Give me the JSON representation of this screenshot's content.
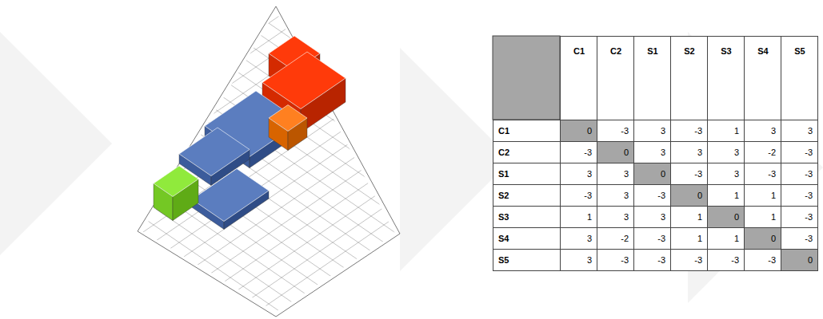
{
  "diagram": {
    "labels": [
      "C1",
      "C2",
      "S1",
      "S2",
      "S3",
      "S4",
      "S5",
      "C1",
      "0",
      "-3",
      "3",
      "-3",
      "1",
      "3",
      "3",
      "C2",
      "-3",
      "0",
      "3",
      "3",
      "3",
      "-2",
      "-3",
      "S1",
      "3",
      "3",
      "0",
      "-3",
      "3",
      "-3",
      "-3",
      "S2",
      "-3",
      "3",
      "-3",
      "0",
      "1",
      "1",
      "-3",
      "S3",
      "1",
      "3",
      "3",
      "1",
      "0",
      "1",
      "-3",
      "S4",
      "3",
      "-2",
      "-3",
      "1",
      "1",
      "0",
      "-3",
      "S5",
      "3",
      "-3",
      "-3",
      "-3",
      "-3",
      "-3",
      "0"
    ]
  }
}
